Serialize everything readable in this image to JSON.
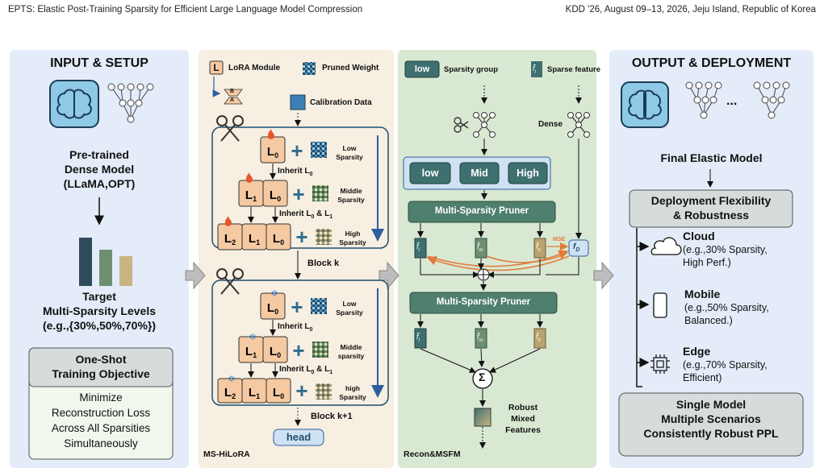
{
  "header": {
    "left": "EPTS: Elastic Post-Training Sparsity for Efficient Large Language Model Compression",
    "right": "KDD '26, August 09–13, 2026, Jeju Island, Republic of Korea"
  },
  "input": {
    "title": "INPUT & SETUP",
    "model_line1": "Pre-trained",
    "model_line2": "Dense Model",
    "model_line3": "(LLaMA,OPT)",
    "target_line1": "Target",
    "target_line2": "Multi-Sparsity Levels",
    "target_line3": "(e.g.,{30%,50%,70%})",
    "objective_title1": "One-Shot",
    "objective_title2": "Training Objective",
    "objective_body1": "Minimize",
    "objective_body2": "Reconstruction Loss",
    "objective_body3": "Across All Sparsities",
    "objective_body4": "Simultaneously"
  },
  "hilora": {
    "legend_lora": "LoRA Module",
    "legend_pruned": "Pruned Weight",
    "legend_calib": "Calibration Data",
    "lora_letter": "L",
    "lora_b": "B",
    "lora_a": "A",
    "l0": "L0",
    "l1": "L1",
    "l2": "L2",
    "block_k_low1": "Low",
    "block_k_low2": "Sparsity",
    "block_k_mid1": "Middle",
    "block_k_mid2": "Sparsity",
    "block_k_high1": "High",
    "block_k_high2": "Sparsity",
    "inherit0": "Inherit L0",
    "inherit01": "Inherit L0 & L1",
    "block_k": "Block k",
    "block_k1_low1": "Low",
    "block_k1_low2": "Sparsity",
    "block_k1_mid1": "Middle",
    "block_k1_mid2": "sparsity",
    "block_k1_high1": "high",
    "block_k1_high2": "Sparsity",
    "block_k_plus": "Block k+1",
    "head": "head",
    "footer": "MS-HiLoRA"
  },
  "msfm": {
    "legend_low": "low",
    "legend_group": "Sparsity group",
    "legend_feature": "Sparse feature",
    "dense": "Dense",
    "groups": [
      "low",
      "Mid",
      "High"
    ],
    "pruner": "Multi-Sparsity Pruner",
    "mse": "MSE",
    "fd": "fD",
    "robust1": "Robust",
    "robust2": "Mixed",
    "robust3": "Features",
    "footer": "Recon&MSFM",
    "sum": "Σ"
  },
  "output": {
    "title": "OUTPUT & DEPLOYMENT",
    "ellipsis": "...",
    "final": "Final Elastic Model",
    "flex1": "Deployment Flexibility",
    "flex2": "& Robustness",
    "cloud": "Cloud",
    "cloud_d1": "(e.g.,30% Sparsity,",
    "cloud_d2": "High Perf.)",
    "mobile": "Mobile",
    "mobile_d1": "(e.g.,50% Sparsity,",
    "mobile_d2": "Balanced.)",
    "edge": "Edge",
    "edge_d1": "(e.g.,70% Sparsity,",
    "edge_d2": "Efficient)",
    "single1": "Single Model",
    "single2": "Multiple Scenarios",
    "single3": "Consistently Robust PPL"
  },
  "colors": {
    "panel_blue": "#e3ecf8",
    "panel_cream": "#f6efe2",
    "panel_green": "#d9e8d2",
    "lora_orange": "#f5c9a1",
    "teal": "#3f7070",
    "slate": "#2f4a5a"
  }
}
